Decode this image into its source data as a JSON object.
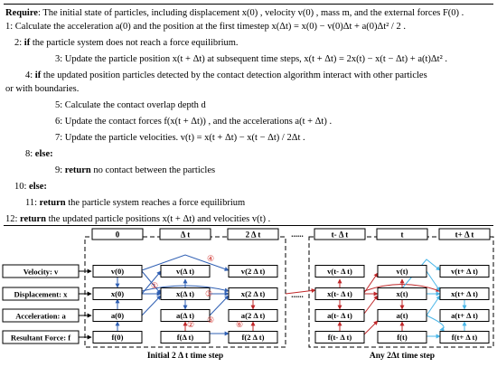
{
  "algorithm": {
    "require_keyword": "Require",
    "require_text": ": The initial state of particles, including displacement  x(0) , velocity  v(0) , mass m, and the external forces F(0) .",
    "lines": [
      {
        "prefix": "1: ",
        "text": "Calculate the acceleration  a(0)  and the position at the first timestep  x(Δt) = x(0) − v(0)Δt + a(0)Δt² / 2 ."
      },
      {
        "prefix": "2: ",
        "kw": "if",
        "text": " the particle system does not reach a force equilibrium."
      },
      {
        "prefix": "3: ",
        "text": "Update the particle position x(t + Δt) at subsequent time steps, x(t + Δt) = 2x(t) − x(t − Δt) + a(t)Δt² ."
      },
      {
        "prefix": "4: ",
        "kw": "if",
        "text": " the updated position particles detected by the contact detection algorithm interact with other particles"
      },
      {
        "prefix": "",
        "text": "or with boundaries."
      },
      {
        "prefix": "5: ",
        "text": "Calculate the contact overlap depth  d"
      },
      {
        "prefix": "6: ",
        "text": "Update the contact forces  f(x(t + Δt)) , and the accelerations  a(t + Δt) ."
      },
      {
        "prefix": "7: ",
        "text": "Update the particle velocities.  v(t) = x(t + Δt) − x(t − Δt) / 2Δt ."
      },
      {
        "prefix": "8: ",
        "kw": "else:",
        "text": ""
      },
      {
        "prefix": "9: ",
        "kw": "return",
        "text": " no contact between the particles"
      },
      {
        "prefix": "10: ",
        "kw": "else:",
        "text": ""
      },
      {
        "prefix": "11: ",
        "kw": "return",
        "text": " the particle system reaches a force equilibrium"
      },
      {
        "prefix": "12: ",
        "kw": "return",
        "text": " the updated particle positions  x(t + Δt)  and velocities  v(t) ."
      }
    ]
  },
  "diagram": {
    "row_labels": [
      "Velocity: v",
      "Displacement: x",
      "Acceleration: a",
      "Resultant Force: f"
    ],
    "left_time_headers": [
      "0",
      "Δ t",
      "2 Δ t"
    ],
    "right_time_headers": [
      "t- Δ t",
      "t",
      "t+ Δ t"
    ],
    "ellipsis": "......",
    "left_cells": [
      [
        "v(0)",
        "v(Δ t)",
        "v(2 Δ t)"
      ],
      [
        "x(0)",
        "x(Δ t)",
        "x(2 Δ t)"
      ],
      [
        "a(0)",
        "a(Δ t)",
        "a(2 Δ t)"
      ],
      [
        "f(0)",
        "f(Δ t)",
        "f(2 Δ t)"
      ]
    ],
    "right_cells": [
      [
        "v(t- Δ t)",
        "v(t)",
        "v(t+ Δ t)"
      ],
      [
        "x(t- Δ t)",
        "x(t)",
        "x(t+ Δ t)"
      ],
      [
        "a(t- Δ t)",
        "a(t)",
        "a(t+ Δ t)"
      ],
      [
        "f(t- Δ t)",
        "f(t)",
        "f(t+ Δ t)"
      ]
    ],
    "step_markers": [
      "①",
      "②",
      "③",
      "④",
      "⑤",
      "⑥"
    ],
    "left_caption": "Initial 2 Δ t time step",
    "right_caption": "Any 2Δt time step",
    "colors": {
      "blue": "#2f5fb3",
      "red": "#c0282a",
      "cyan": "#49b6e8",
      "marker": "#d0302c"
    }
  }
}
